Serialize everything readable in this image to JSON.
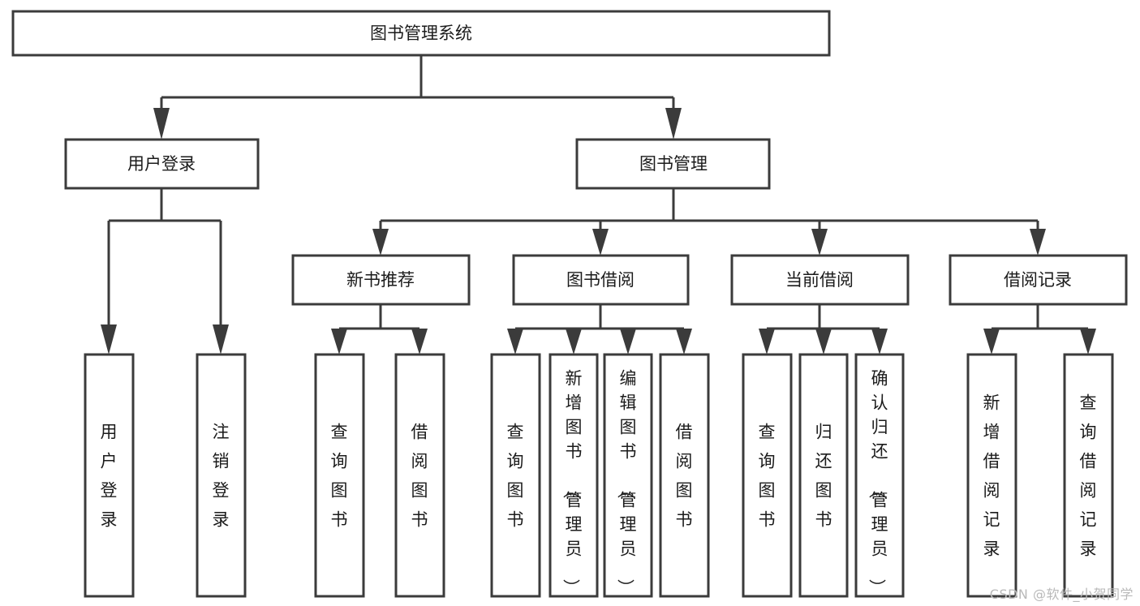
{
  "diagram": {
    "type": "hierarchy-tree",
    "title": "图书管理系统",
    "orientation": "top-down",
    "watermark": "CSDN @软件_小贺同学",
    "colors": {
      "box_stroke": "#3b3b3b",
      "box_fill": "#ffffff",
      "connector": "#3b3b3b",
      "text": "#1b1b1b",
      "background": "#ffffff",
      "watermark": "#b9b9b9"
    },
    "nodes": {
      "root": {
        "label": "图书管理系统"
      },
      "level2": [
        {
          "id": "user-login",
          "label": "用户登录"
        },
        {
          "id": "book-manage",
          "label": "图书管理"
        }
      ],
      "level3": [
        {
          "id": "new-book-recommend",
          "label": "新书推荐"
        },
        {
          "id": "book-borrow",
          "label": "图书借阅"
        },
        {
          "id": "current-borrow",
          "label": "当前借阅"
        },
        {
          "id": "borrow-record",
          "label": "借阅记录"
        }
      ],
      "leaves": {
        "user-login": [
          {
            "id": "leaf-user-login",
            "label": "用户登录"
          },
          {
            "id": "leaf-logout-login",
            "label": "注销登录"
          }
        ],
        "new-book-recommend": [
          {
            "id": "leaf-query-book-1",
            "label": "查询图书"
          },
          {
            "id": "leaf-borrow-book-1",
            "label": "借阅图书"
          }
        ],
        "book-borrow": [
          {
            "id": "leaf-query-book-2",
            "label": "查询图书"
          },
          {
            "id": "leaf-add-book",
            "label": "新增图书（管理员）"
          },
          {
            "id": "leaf-edit-book",
            "label": "编辑图书（管理员）"
          },
          {
            "id": "leaf-borrow-book-2",
            "label": "借阅图书"
          }
        ],
        "current-borrow": [
          {
            "id": "leaf-query-book-3",
            "label": "查询图书"
          },
          {
            "id": "leaf-return-book",
            "label": "归还图书"
          },
          {
            "id": "leaf-confirm-return",
            "label": "确认归还（管理员）"
          }
        ],
        "borrow-record": [
          {
            "id": "leaf-add-record",
            "label": "新增借阅记录"
          },
          {
            "id": "leaf-query-record",
            "label": "查询借阅记录"
          }
        ]
      }
    }
  }
}
